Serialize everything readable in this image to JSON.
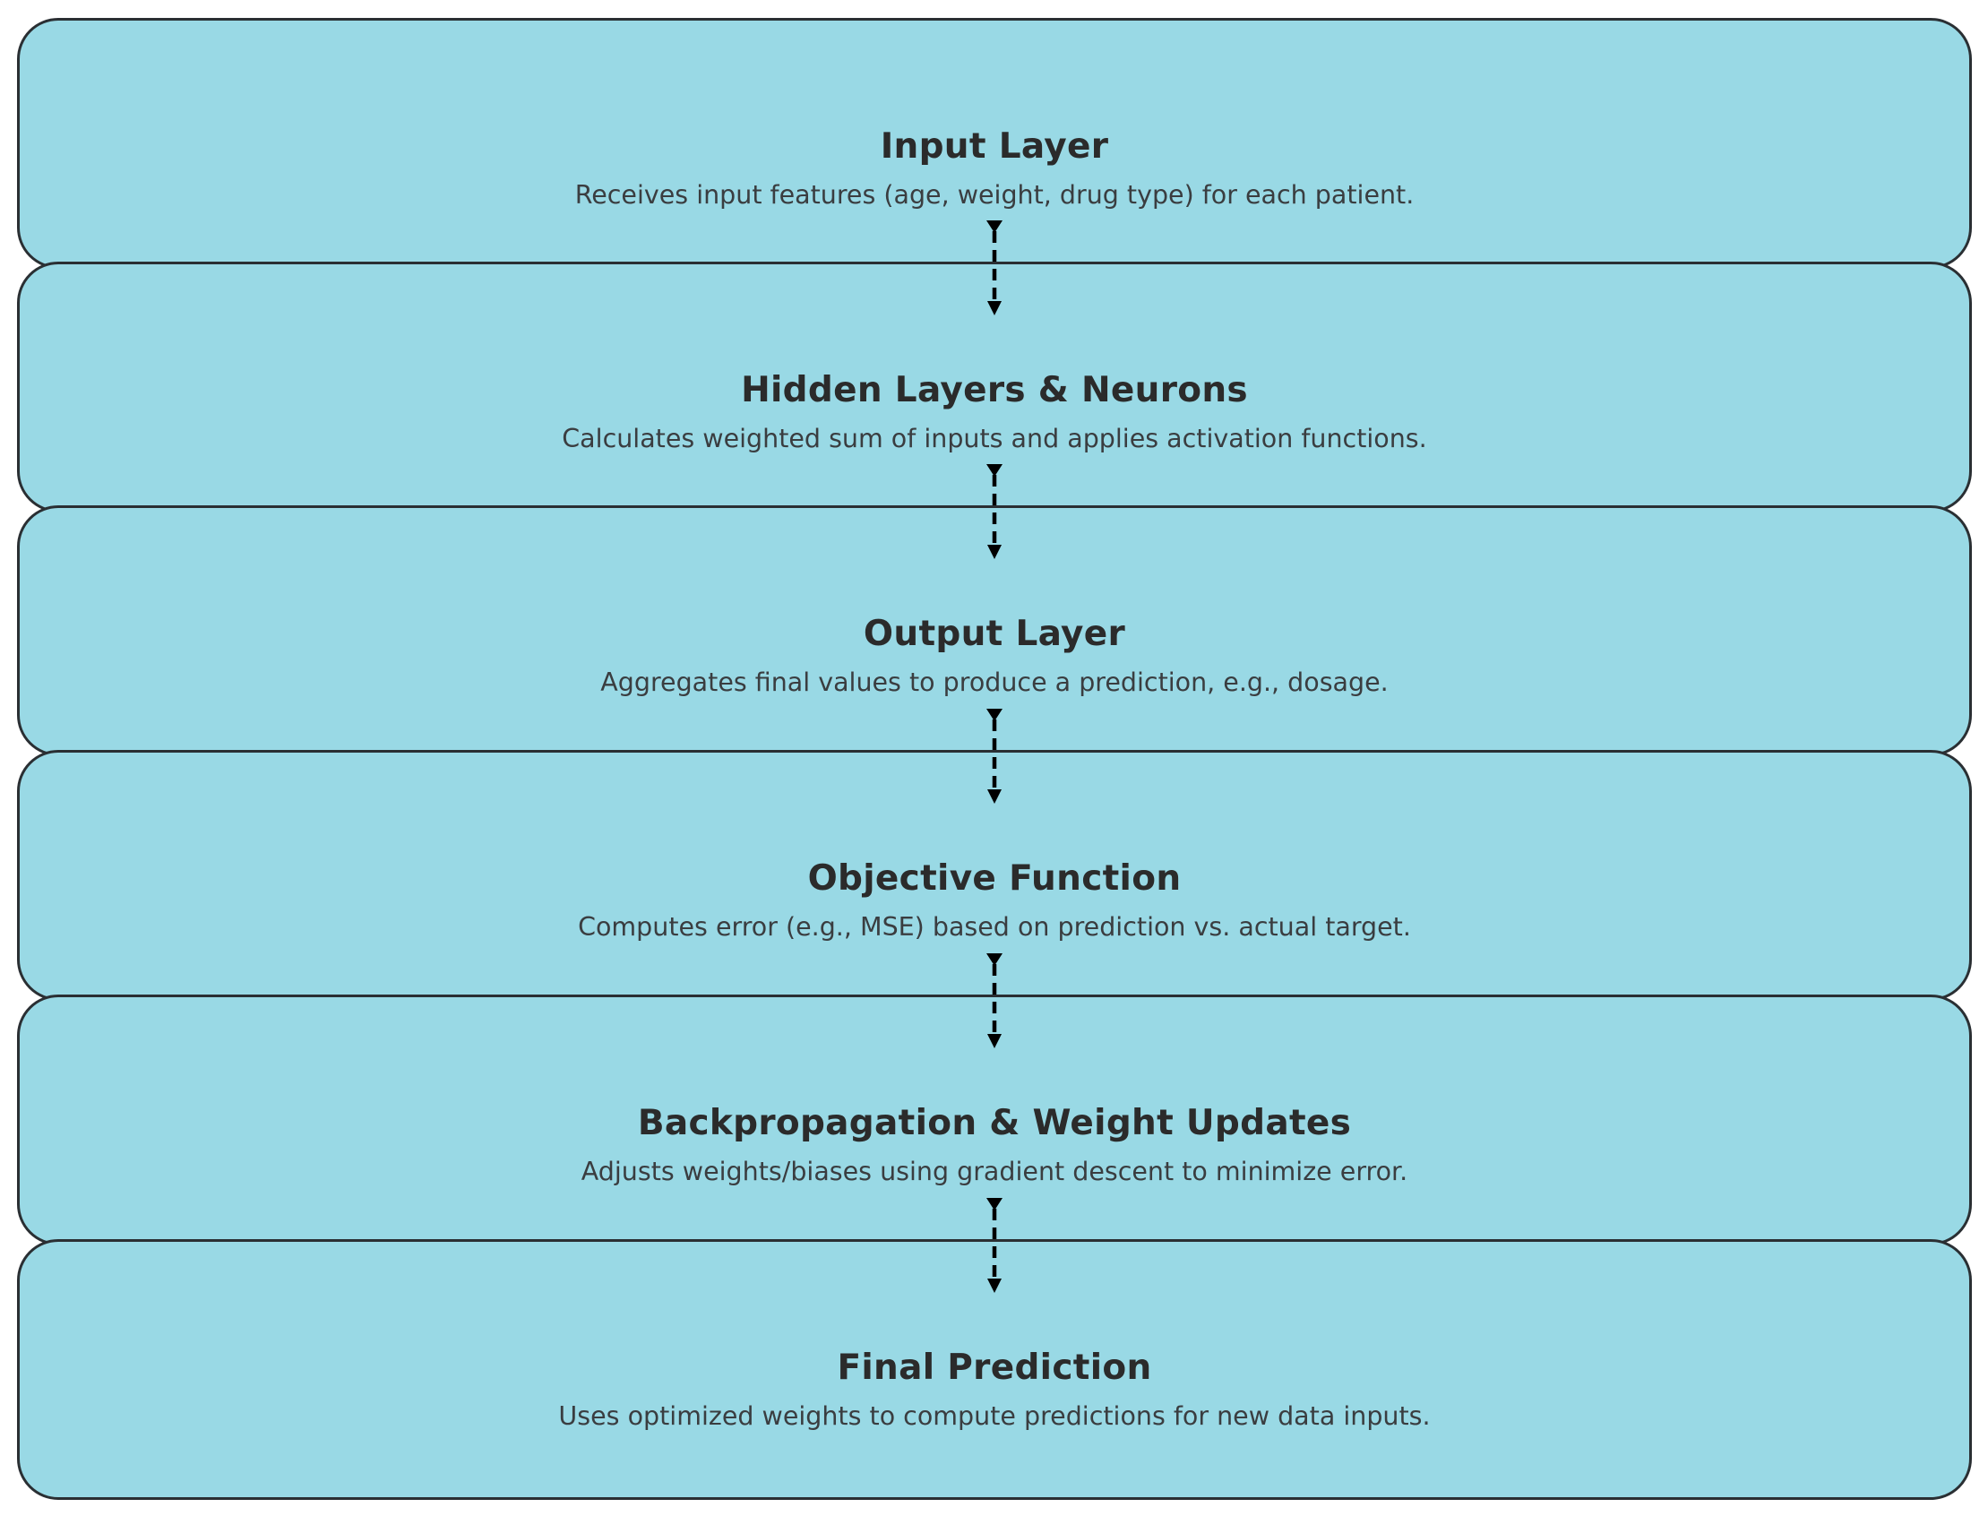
{
  "diagram": {
    "type": "vertical-flowchart",
    "colors": {
      "box_fill": "#99d9e5",
      "box_border": "#2a2f33",
      "title_text": "#2b2b2b",
      "desc_text": "#3a3d40",
      "arrow": "#000000"
    },
    "steps": [
      {
        "title": "Input Layer",
        "description": "Receives input features (age, weight, drug type) for each patient."
      },
      {
        "title": "Hidden Layers & Neurons",
        "description": "Calculates weighted sum of inputs and applies activation functions."
      },
      {
        "title": "Output Layer",
        "description": "Aggregates final values to produce a prediction, e.g., dosage."
      },
      {
        "title": "Objective Function",
        "description": "Computes error (e.g., MSE) based on prediction vs. actual target."
      },
      {
        "title": "Backpropagation & Weight Updates",
        "description": "Adjusts weights/biases using gradient descent to minimize error."
      },
      {
        "title": "Final Prediction",
        "description": "Uses optimized weights to compute predictions for new data inputs."
      }
    ],
    "connectors": [
      {
        "from": 0,
        "to": 1,
        "style": "dashed-arrow"
      },
      {
        "from": 1,
        "to": 2,
        "style": "dashed-arrow"
      },
      {
        "from": 2,
        "to": 3,
        "style": "dashed-arrow"
      },
      {
        "from": 3,
        "to": 4,
        "style": "dashed-arrow"
      },
      {
        "from": 4,
        "to": 5,
        "style": "dashed-arrow"
      }
    ]
  }
}
